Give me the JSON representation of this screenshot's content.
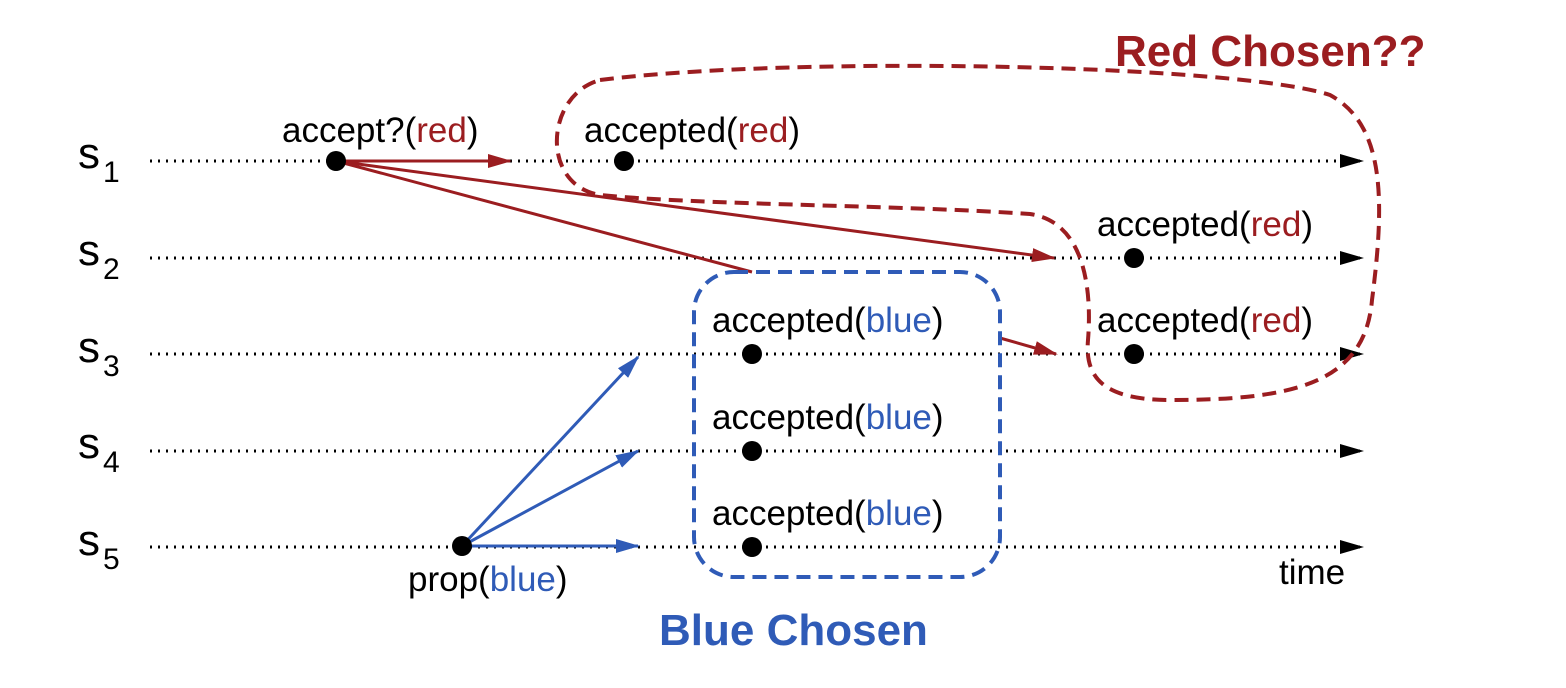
{
  "colors": {
    "red": "#9b1d20",
    "blue": "#2f5bb7",
    "black": "#000000"
  },
  "servers": [
    {
      "name": "s",
      "sub": "1"
    },
    {
      "name": "s",
      "sub": "2"
    },
    {
      "name": "s",
      "sub": "3"
    },
    {
      "name": "s",
      "sub": "4"
    },
    {
      "name": "s",
      "sub": "5"
    }
  ],
  "labels": {
    "accept_red": {
      "pre": "accept?(",
      "val": "red",
      "post": ")"
    },
    "accepted_red_s1": {
      "pre": "accepted(",
      "val": "red",
      "post": ")"
    },
    "accepted_red_s2": {
      "pre": "accepted(",
      "val": "red",
      "post": ")"
    },
    "accepted_red_s3": {
      "pre": "accepted(",
      "val": "red",
      "post": ")"
    },
    "accepted_blue_s3": {
      "pre": "accepted(",
      "val": "blue",
      "post": ")"
    },
    "accepted_blue_s4": {
      "pre": "accepted(",
      "val": "blue",
      "post": ")"
    },
    "accepted_blue_s5": {
      "pre": "accepted(",
      "val": "blue",
      "post": ")"
    },
    "prop_blue": {
      "pre": "prop(",
      "val": "blue",
      "post": ")"
    }
  },
  "axis_label": "time",
  "red_title": "Red Chosen??",
  "blue_title": "Blue Chosen"
}
